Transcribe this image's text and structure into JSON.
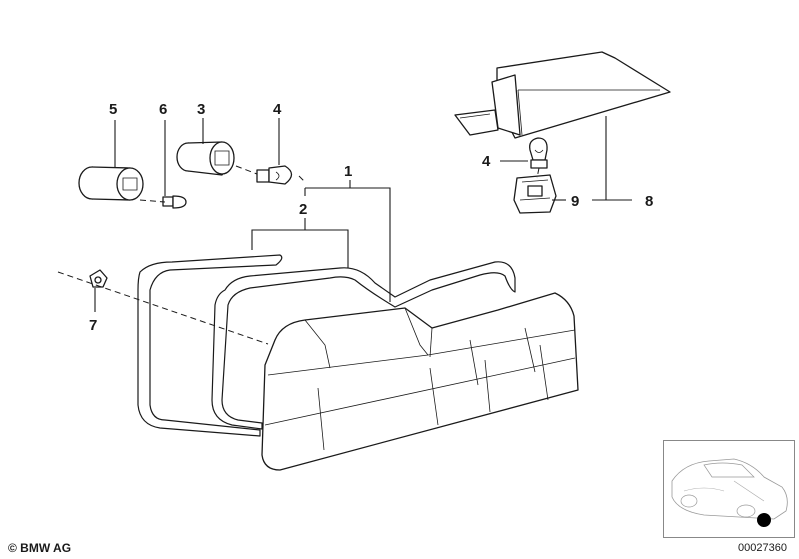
{
  "callouts": {
    "c1": "1",
    "c2": "2",
    "c3": "3",
    "c4a": "4",
    "c4b": "4",
    "c5": "5",
    "c6": "6",
    "c7": "7",
    "c8": "8",
    "c9": "9"
  },
  "footer": {
    "copyright": "© BMW AG",
    "drawing_number": "00027360"
  }
}
